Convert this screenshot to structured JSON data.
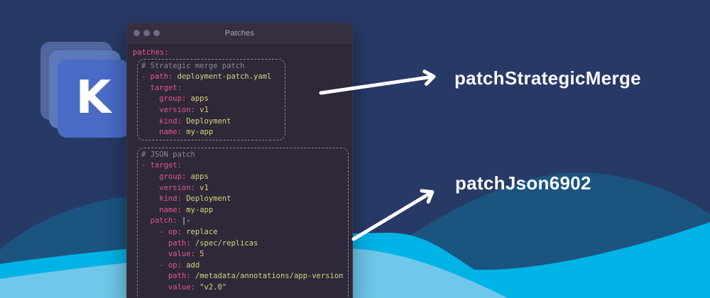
{
  "colors": {
    "bg_navy": "#273a66",
    "wave_mid": "#1b547f",
    "wave_cyan": "#00b3e6",
    "wave_light": "#6fc8ea",
    "window_bg": "#2e2839",
    "window_dot": "#6f6983",
    "title_gray": "#aca7bb",
    "dash_gray": "#8a84a2",
    "key_pink": "#e85689",
    "value_yellow": "#d8d37b",
    "comment_gray": "#8b86a0",
    "logo_back": "#50669f",
    "logo_mid": "#5d78bb",
    "logo_front": "#4a6cc6",
    "arrow_white": "#ffffff"
  },
  "logo": {
    "letter": "K"
  },
  "window": {
    "title": "Patches",
    "root_line": [
      [
        "key",
        "patches:"
      ]
    ],
    "blocks": [
      {
        "name": "strategic-merge-patch",
        "lines": [
          [
            [
              "com",
              "# Strategic merge patch"
            ]
          ],
          [
            [
              "key",
              "- path:"
            ],
            [
              "val",
              " deployment-patch.yaml"
            ]
          ],
          [
            [
              "key",
              "  target:"
            ]
          ],
          [
            [
              "key",
              "    group:"
            ],
            [
              "val",
              " apps"
            ]
          ],
          [
            [
              "key",
              "    version:"
            ],
            [
              "val",
              " v1"
            ]
          ],
          [
            [
              "key",
              "    kind:"
            ],
            [
              "val",
              " Deployment"
            ]
          ],
          [
            [
              "key",
              "    name:"
            ],
            [
              "val",
              " my-app"
            ]
          ]
        ]
      },
      {
        "name": "json-6902-patch",
        "lines": [
          [
            [
              "com",
              "# JSON patch"
            ]
          ],
          [
            [
              "key",
              "- target:"
            ]
          ],
          [
            [
              "key",
              "    group:"
            ],
            [
              "val",
              " apps"
            ]
          ],
          [
            [
              "key",
              "    version:"
            ],
            [
              "val",
              " v1"
            ]
          ],
          [
            [
              "key",
              "    kind:"
            ],
            [
              "val",
              " Deployment"
            ]
          ],
          [
            [
              "key",
              "    name:"
            ],
            [
              "val",
              " my-app"
            ]
          ],
          [
            [
              "key",
              "  patch:"
            ],
            [
              "punc",
              " |-"
            ]
          ],
          [
            [
              "key",
              "    - op:"
            ],
            [
              "val",
              " replace"
            ]
          ],
          [
            [
              "key",
              "      path:"
            ],
            [
              "val",
              " /spec/replicas"
            ]
          ],
          [
            [
              "key",
              "      value:"
            ],
            [
              "val",
              " 5"
            ]
          ],
          [
            [
              "key",
              "    - op:"
            ],
            [
              "val",
              " add"
            ]
          ],
          [
            [
              "key",
              "      path:"
            ],
            [
              "val",
              " /metadata/annotations/app-version"
            ]
          ],
          [
            [
              "key",
              "      value:"
            ],
            [
              "val",
              " \"v2.0\""
            ]
          ]
        ]
      }
    ]
  },
  "annotations": {
    "strategic_label": "patchStrategicMerge",
    "json_label": "patchJson6902"
  }
}
